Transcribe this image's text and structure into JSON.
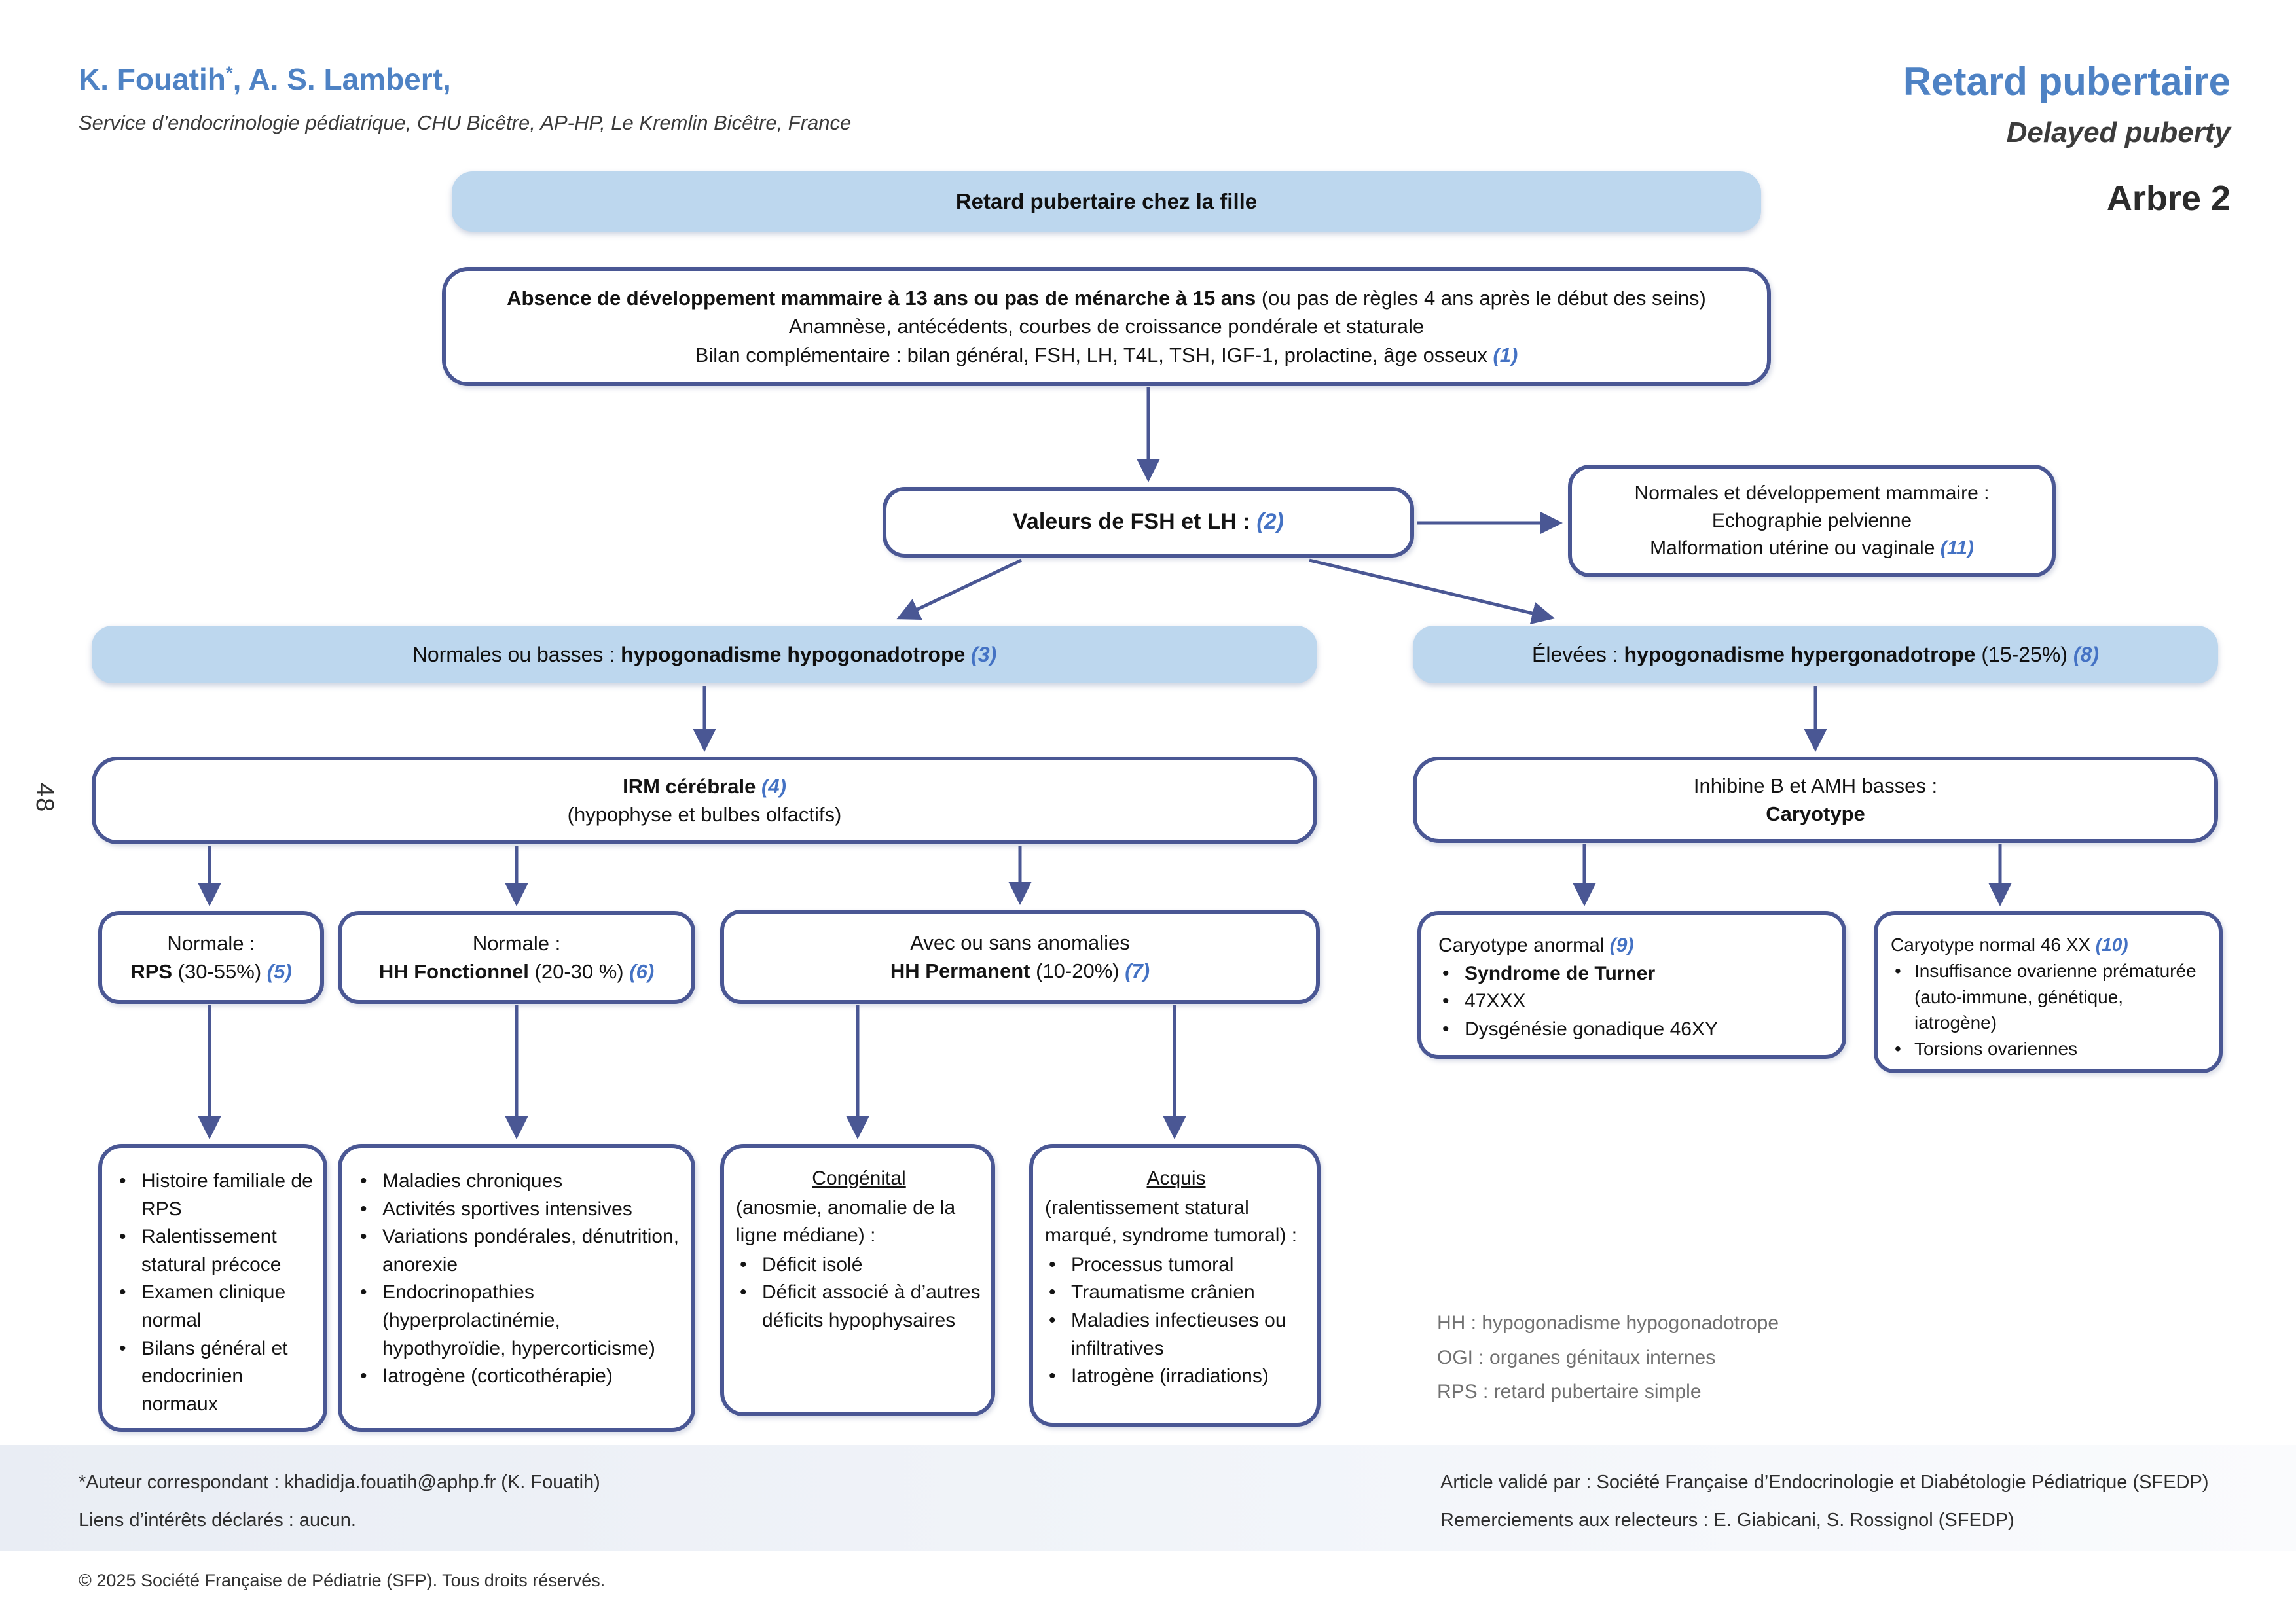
{
  "header": {
    "authors": [
      {
        "t": "K. Fouatih"
      },
      {
        "t": "*",
        "s": "sup"
      },
      {
        "t": ", A. S. Lambert,"
      }
    ],
    "affiliation": "Service d’endocrinologie pédiatrique, CHU Bicêtre, AP-HP, Le Kremlin Bicêtre, France",
    "title_fr": "Retard pubertaire",
    "title_en": "Delayed puberty",
    "tree_label": "Arbre 2",
    "page_number": "48"
  },
  "flowchart": {
    "root": [
      {
        "t": "Retard pubertaire chez la fille"
      }
    ],
    "criteria": [
      [
        {
          "t": "Absence de développement mammaire à 13 ans ou pas de ménarche à 15 ans",
          "s": "b"
        },
        {
          "t": " (ou pas de règles 4 ans après le début des seins)"
        }
      ],
      [
        {
          "t": "Anamnèse, antécédents, courbes de croissance pondérale et staturale"
        }
      ],
      [
        {
          "t": "Bilan complémentaire : bilan général, FSH, LH, T4L, TSH, IGF-1, prolactine, âge osseux "
        },
        {
          "t": "(1)",
          "s": "ref"
        }
      ]
    ],
    "fsh": [
      {
        "t": "Valeurs de FSH et LH : ",
        "s": "b"
      },
      {
        "t": "(2)",
        "s": "ref"
      }
    ],
    "normal_development": [
      [
        {
          "t": "Normales et développement mammaire :"
        }
      ],
      [
        {
          "t": "Echographie pelvienne"
        }
      ],
      [
        {
          "t": "Malformation utérine ou vaginale "
        },
        {
          "t": "(11)",
          "s": "ref"
        }
      ]
    ],
    "hypo_pill": [
      {
        "t": "Normales ou basses : "
      },
      {
        "t": "hypogonadisme hypogonadotrope",
        "s": "b"
      },
      {
        "t": " "
      },
      {
        "t": "(3)",
        "s": "ref"
      }
    ],
    "hyper_pill": [
      {
        "t": "Élevées : "
      },
      {
        "t": "hypogonadisme hypergonadotrope",
        "s": "b"
      },
      {
        "t": " (15-25%) "
      },
      {
        "t": "(8)",
        "s": "ref"
      }
    ],
    "irm": [
      [
        {
          "t": "IRM cérébrale ",
          "s": "b"
        },
        {
          "t": "(4)",
          "s": "ref"
        }
      ],
      [
        {
          "t": "(hypophyse et bulbes olfactifs)"
        }
      ]
    ],
    "inhibin": [
      [
        {
          "t": "Inhibine B et AMH basses :"
        }
      ],
      [
        {
          "t": "Caryotype",
          "s": "b"
        }
      ]
    ],
    "rps": [
      [
        {
          "t": "Normale :"
        }
      ],
      [
        {
          "t": "RPS",
          "s": "b"
        },
        {
          "t": " (30-55%) "
        },
        {
          "t": "(5)",
          "s": "ref"
        }
      ]
    ],
    "hh_functional": [
      [
        {
          "t": "Normale :"
        }
      ],
      [
        {
          "t": "HH Fonctionnel",
          "s": "b"
        },
        {
          "t": " (20-30 %) "
        },
        {
          "t": "(6)",
          "s": "ref"
        }
      ]
    ],
    "hh_permanent": [
      [
        {
          "t": "Avec ou sans anomalies"
        }
      ],
      [
        {
          "t": "HH Permanent",
          "s": "b"
        },
        {
          "t": " (10-20%) "
        },
        {
          "t": "(7)",
          "s": "ref"
        }
      ]
    ],
    "karyotype_abnormal": {
      "title": [
        {
          "t": "Caryotype anormal "
        },
        {
          "t": "(9)",
          "s": "ref"
        }
      ],
      "bullets": [
        [
          {
            "t": "Syndrome de Turner",
            "s": "b"
          }
        ],
        "47XXX",
        "Dysgénésie gonadique 46XY"
      ]
    },
    "karyotype_normal": {
      "title": [
        {
          "t": "Caryotype normal 46 XX "
        },
        {
          "t": "(10)",
          "s": "ref"
        }
      ],
      "bullets": [
        "Insuffisance ovarienne prématurée (auto-immune, génétique, iatrogène)",
        "Torsions ovariennes"
      ]
    },
    "rps_details": {
      "bullets": [
        "Histoire familiale de RPS",
        "Ralentissement statural précoce",
        "Examen clinique normal",
        "Bilans général et endocrinien normaux"
      ]
    },
    "hh_functional_details": {
      "bullets": [
        "Maladies chroniques",
        "Activités sportives intensives",
        "Variations pondérales, dénutrition, anorexie",
        "Endocrinopathies (hyperprolactinémie, hypothyroïdie, hypercorticisme)",
        "Iatrogène (corticothérapie)"
      ]
    },
    "congenital": {
      "title": [
        {
          "t": "Congénital",
          "s": "u"
        }
      ],
      "intro": "(anosmie, anomalie de la ligne médiane) :",
      "bullets": [
        "Déficit isolé",
        "Déficit associé à d’autres déficits hypophysaires"
      ]
    },
    "acquired": {
      "title": [
        {
          "t": "Acquis",
          "s": "u"
        }
      ],
      "intro": "(ralentissement statural marqué, syndrome tumoral) :",
      "bullets": [
        "Processus tumoral",
        "Traumatisme crânien",
        "Maladies infectieuses ou infiltratives",
        "Iatrogène (irradiations)"
      ]
    }
  },
  "legend": [
    "HH : hypogonadisme hypogonadotrope",
    "OGI : organes génitaux internes",
    "RPS : retard pubertaire simple"
  ],
  "footer": {
    "correspondent": "*Auteur correspondant : khadidja.fouatih@aphp.fr (K. Fouatih)",
    "conflicts": "Liens d’intérêts déclarés : aucun.",
    "validation": "Article validé par : Société Française d’Endocrinologie et Diabétologie Pédiatrique (SFEDP)",
    "acknowledgements": "Remerciements aux relecteurs : E. Giabicani, S. Rossignol (SFEDP)",
    "copyright": "© 2025 Société Française de Pédiatrie (SFP). Tous droits réservés."
  },
  "colors": {
    "accent_blue": "#4E82C4",
    "reference_blue": "#4472C4",
    "box_border": "#4A5794",
    "pill_fill": "#BDD7EE"
  }
}
